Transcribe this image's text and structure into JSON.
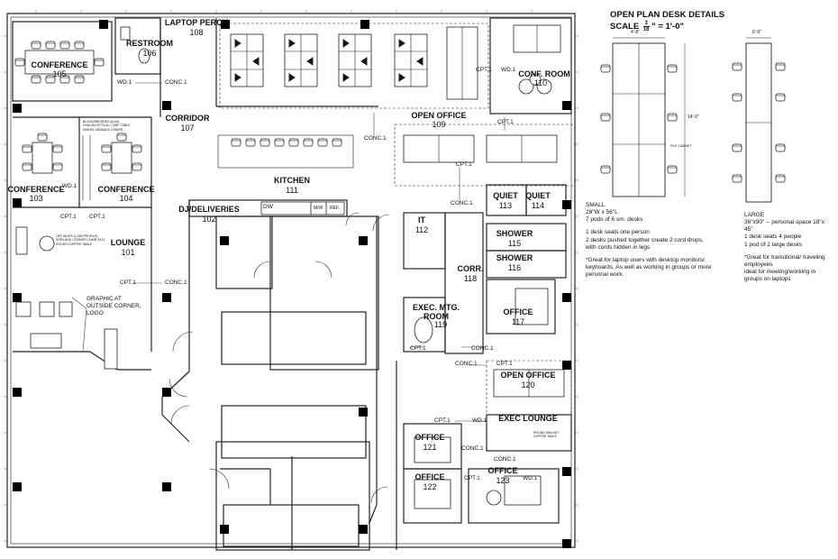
{
  "rooms": {
    "conference_105": {
      "name": "CONFERENCE",
      "num": "105"
    },
    "restroom": {
      "name": "RESTROOM",
      "num": "106"
    },
    "laptop_perch": {
      "name": "LAPTOP PERCH",
      "num": "108"
    },
    "corridor": {
      "name": "CORRIDOR",
      "num": "107"
    },
    "conference_103": {
      "name": "CONFERENCE",
      "num": "103"
    },
    "conference_104": {
      "name": "CONFERENCE",
      "num": "104"
    },
    "lounge": {
      "name": "LOUNGE",
      "num": "101"
    },
    "kitchen": {
      "name": "KITCHEN",
      "num": "111"
    },
    "deliveries": {
      "name": "DJ/DELIVERIES",
      "num": "102"
    },
    "open_office_109": {
      "name": "OPEN OFFICE",
      "num": "109"
    },
    "conf_room_110": {
      "name": "CONF. ROOM",
      "num": "110"
    },
    "quiet_113": {
      "name": "QUIET",
      "num": "113"
    },
    "quiet_114": {
      "name": "QUIET",
      "num": "114"
    },
    "it": {
      "name": "IT",
      "num": "112"
    },
    "shower_115": {
      "name": "SHOWER",
      "num": "115"
    },
    "shower_116": {
      "name": "SHOWER",
      "num": "116"
    },
    "corr_118": {
      "name": "CORR.",
      "num": "118"
    },
    "office_117": {
      "name": "OFFICE",
      "num": "117"
    },
    "exec_mtg": {
      "name": "EXEC. MTG. ROOM",
      "num": "119"
    },
    "open_office_120": {
      "name": "OPEN OFFICE",
      "num": "120"
    },
    "exec_lounge": {
      "name": "EXEC LOUNGE"
    },
    "office_121": {
      "name": "OFFICE",
      "num": "121"
    },
    "office_122": {
      "name": "OFFICE",
      "num": "122"
    },
    "office_123": {
      "name": "OFFICE",
      "num": "123"
    }
  },
  "tags": {
    "conc": "CONC.1",
    "cpt": "CPT.1",
    "wd": "WD.1",
    "dw": "DW",
    "mw": "M/W",
    "ref": "REF.",
    "graphic_note": "GRAPHIC AT OUTSIDE CORNER, LOGO",
    "lounge_note": "OFF WHITE (LOW PROFILE) SOFA AND CORNER CHAIR 3X12 ROUGH COFFEE TABLE",
    "conf104_note": "BLACK/BRUSHED ALUM. OVAL/ELLIPTICAL CONF. TABLE SWIVEL MIDBACK CHAIRS",
    "file_cabinet": "FILE CABINET",
    "round_table": "ROUND WALNUT COFFEE TABLE"
  },
  "details": {
    "title": "OPEN PLAN DESK DETAILS",
    "scale_prefix": "SCALE",
    "scale_num": "3",
    "scale_den": "16",
    "scale_suffix": "\" = 1'-0\"",
    "small_dim_top": "4'-8\"",
    "large_dim_top": "6'-0\"",
    "small_dim_side": "14'-0\"",
    "small_text": [
      "SMALL",
      "28\"W x 56\"L",
      "7 pods of 6 sm. desks",
      "",
      "1 desk seats one person",
      "2 desks pushed together create 2 cord drops,",
      "with cords hidden in legs",
      "",
      "*Great for laptop users with desktop monitors/",
      "keyboards. As well as working in groups or more",
      "personal work."
    ],
    "large_text": [
      "LARGE",
      "36\"x90\" -- personal space 18\"x 45\"",
      "1 desk seats 4 people",
      "1 pod of 2 large desks",
      "",
      "*Great for transitional/ traveling employees",
      "ideal for meeting/working in groups on laptops"
    ]
  }
}
